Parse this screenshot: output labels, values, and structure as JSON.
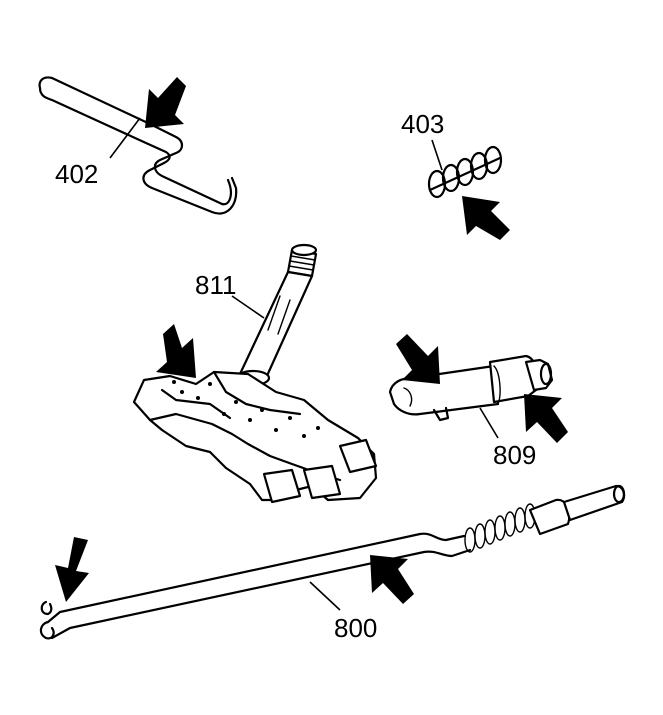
{
  "labels": {
    "p402": "402",
    "p403": "403",
    "p811": "811",
    "p809": "809",
    "p800": "800"
  },
  "arrow_color": "#000000",
  "line_color": "#000000",
  "background": "#ffffff"
}
